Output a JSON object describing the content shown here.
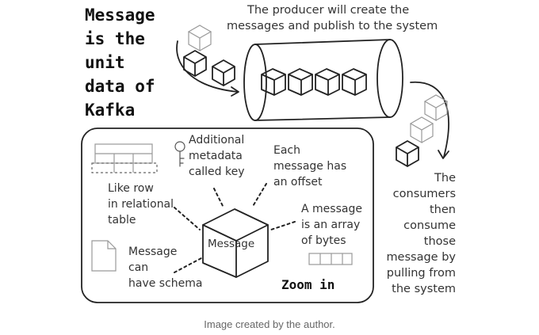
{
  "title_lines": [
    "Message",
    "is the",
    "unit",
    "data of",
    "Kafka"
  ],
  "producer_lines": [
    "The producer will create the",
    "messages and publish to the system"
  ],
  "consumer_lines": [
    "The",
    "consumers",
    "then",
    "consume",
    "those",
    "message by",
    "pulling from",
    "the system"
  ],
  "zoom": {
    "center_label": "Message",
    "zoom_label": "Zoom in",
    "key_lines": [
      "Additional",
      "metadata",
      "called key"
    ],
    "offset_lines": [
      "Each",
      "message has",
      "an offset"
    ],
    "row_lines": [
      "Like row",
      "in relational",
      "table"
    ],
    "bytes_lines": [
      "A message",
      "is an array",
      "of bytes"
    ],
    "schema_lines": [
      "Message",
      "can",
      "have schema"
    ]
  },
  "caption": "Image created by the author."
}
